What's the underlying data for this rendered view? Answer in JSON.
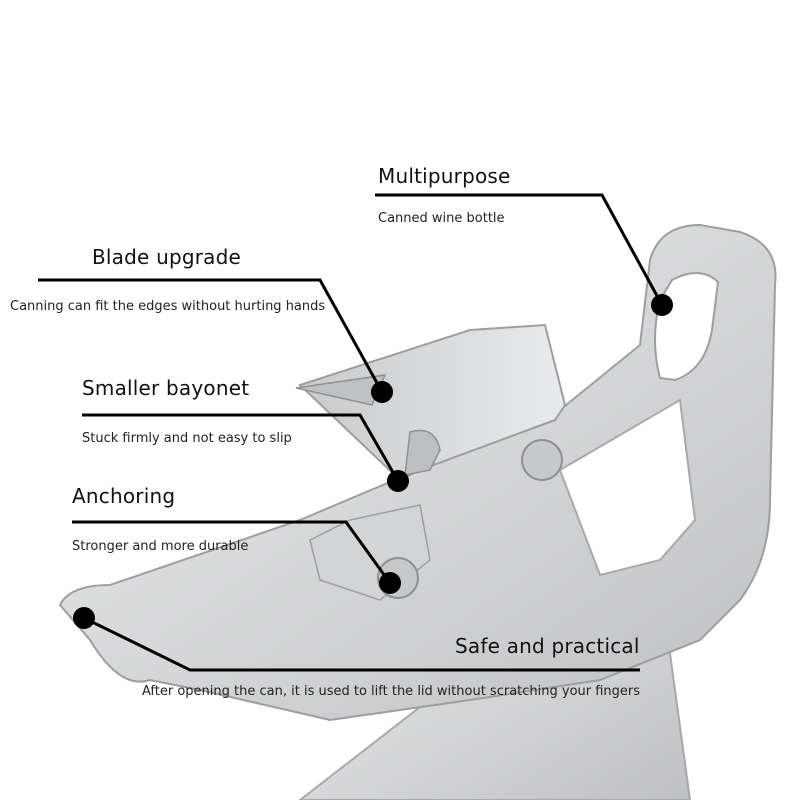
{
  "callouts": [
    {
      "title": "Multipurpose",
      "description": "Canned wine bottle"
    },
    {
      "title": "Blade upgrade",
      "description": "Canning can fit the edges without hurting hands"
    },
    {
      "title": "Smaller bayonet",
      "description": "Stuck firmly and not easy to slip"
    },
    {
      "title": "Anchoring",
      "description": "Stronger and more durable"
    },
    {
      "title": "Safe and practical",
      "description": "After opening the can, it is used to lift the lid without scratching your fingers"
    }
  ],
  "colors": {
    "background": "#ffffff",
    "metal": "#d9dadb",
    "metal_dark": "#a8a9ab",
    "leader_line": "#000000"
  }
}
